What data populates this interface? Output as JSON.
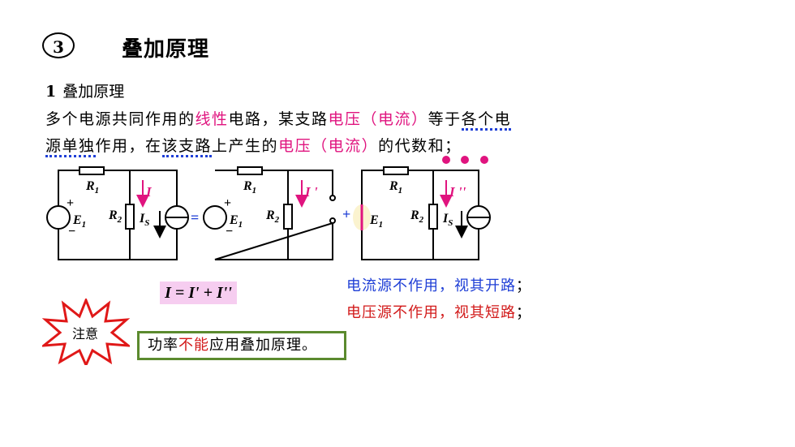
{
  "heading": {
    "number": "3",
    "title": "叠加原理"
  },
  "subheading": {
    "number": "1",
    "text": "叠加原理"
  },
  "paragraph": {
    "line1": {
      "a": "多个电源共同作用的",
      "b": "线性",
      "c": "电路，某支路",
      "d": "电压（电流）",
      "e": "等于",
      "f": "各个电"
    },
    "line2": {
      "a": "源单独",
      "b": "作用，在",
      "c": "该支路",
      "d": "上产生的",
      "e": "电压（电流）",
      "f": "的代数和；"
    }
  },
  "circuit": {
    "c1": {
      "r1": "R",
      "r1_sub": "1",
      "r2": "R",
      "r2_sub": "2",
      "e1": "E",
      "e1_sub": "1",
      "i": "I",
      "is": "I",
      "is_sub": "S",
      "plus": "+",
      "minus": "−"
    },
    "eq_sign": "=",
    "c2": {
      "r1": "R",
      "r1_sub": "1",
      "r2": "R",
      "r2_sub": "2",
      "e1": "E",
      "e1_sub": "1",
      "i": "I '",
      "plus": "+",
      "minus": "−"
    },
    "plus_sign": "+",
    "c3": {
      "r1": "R",
      "r1_sub": "1",
      "r2": "R",
      "r2_sub": "2",
      "e1": "E",
      "e1_sub": "1",
      "i": "I ''",
      "is": "I",
      "is_sub": "S"
    }
  },
  "formula": "I = I' + I''",
  "notes": {
    "current_source": "电流源不作用，视其开路",
    "voltage_source": "电压源不作用，视其短路",
    "sep": "；"
  },
  "warning": {
    "label": "注意"
  },
  "box": {
    "a": "功率",
    "b": "不能",
    "c": "应用叠加原理。"
  },
  "colors": {
    "magenta": "#e0147f",
    "blue": "#1f3fd6",
    "red": "#d21a1a",
    "green": "#5b8a2e",
    "formula_bg": "#f6cdf0"
  }
}
